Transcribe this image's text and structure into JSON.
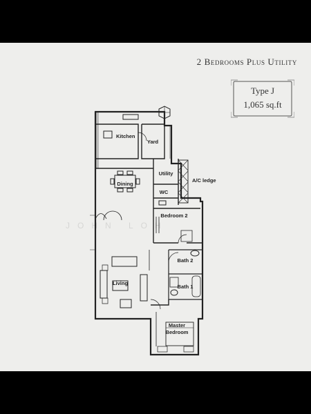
{
  "heading": "2 Bedrooms Plus Utility",
  "unit_type": "Type J",
  "unit_size": "1,065 sq.ft",
  "watermark": "JOHN LOH",
  "rooms": {
    "kitchen": "Kitchen",
    "yard": "Yard",
    "dining": "Dining",
    "utility": "Utility",
    "ac_ledge": "A/C ledge",
    "wc": "WC",
    "bedroom2": "Bedroom 2",
    "bath2": "Bath 2",
    "living": "Living",
    "bath1": "Bath 1",
    "master_bedroom_line1": "Master",
    "master_bedroom_line2": "Bedroom"
  }
}
